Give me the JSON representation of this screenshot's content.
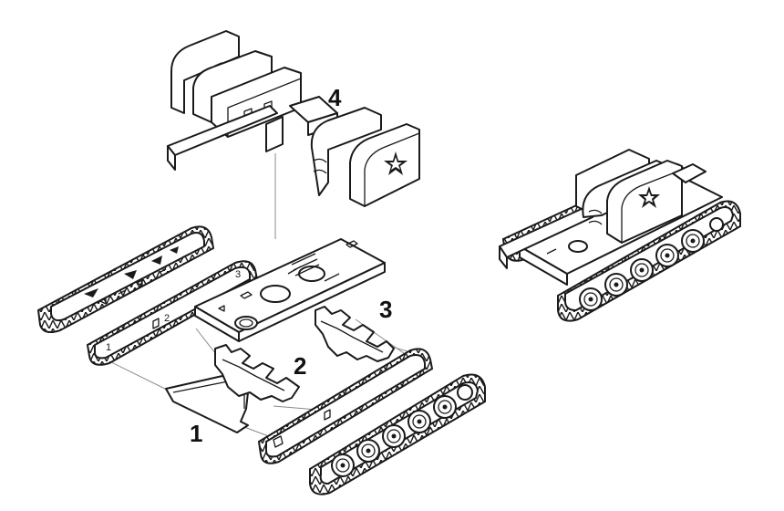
{
  "steps": [
    {
      "number": "1"
    },
    {
      "number": "2"
    },
    {
      "number": "3"
    },
    {
      "number": "4"
    }
  ],
  "part_marks": {
    "track_left_1": "1",
    "track_left_2": "2",
    "track_left_3": "3"
  },
  "colors": {
    "line": "#1a1a1a",
    "guide": "#8a8a8a",
    "background": "#ffffff"
  },
  "icons": [
    "star-emblem-icon"
  ]
}
